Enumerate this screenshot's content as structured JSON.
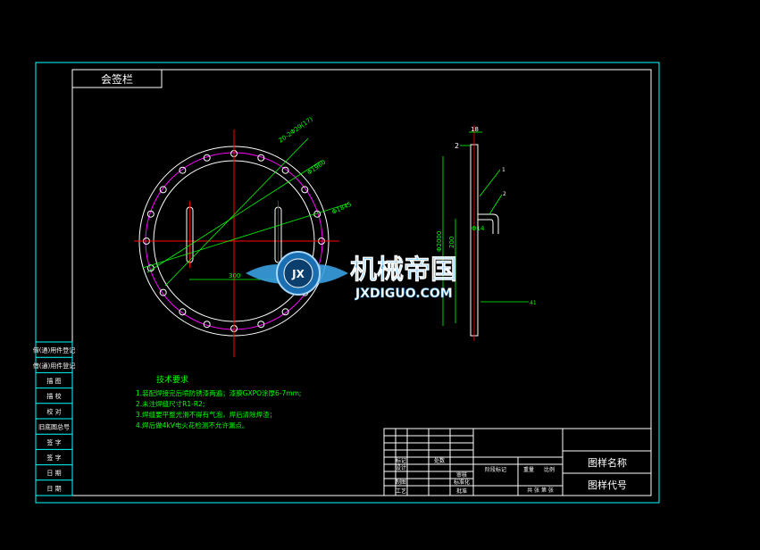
{
  "colors": {
    "background": "#000000",
    "frame": "#00ffff",
    "white": "#ffffff",
    "center_line": "#ff0000",
    "dimension": "#00ff00",
    "hole": "#ff00ff",
    "watermark_blue": "#3aa0e0"
  },
  "title_block_top": "会签栏",
  "left_strip": [
    "借(通)用件登记",
    "借(通)用件登记",
    "描 图",
    "描 校",
    "校 对",
    "旧底图总号",
    "签 字",
    "签 字",
    "日 期",
    "日 期"
  ],
  "tech_requirements": {
    "heading": "技术要求",
    "lines": [
      "1.装配焊接完后喷防锈漆两遍；漆膜GXPO涂厚6-7mm;",
      "2.未注焊缝尺寸R1-R2;",
      "3.焊缝要平整光滑不得有气泡，焊后清除焊渣；",
      "4.焊后做4kV电火花检测不允许漏点。"
    ]
  },
  "dimensions": {
    "d1": "20-2Φ29(17)",
    "d2": "Φ1960",
    "d3": "Φ1845",
    "d4": "300",
    "d5": "18",
    "d6": "2",
    "d7": "Φ2000",
    "d8": "Φ14",
    "d9": "200",
    "d10": "1",
    "d11": "2",
    "d12": "41"
  },
  "watermark": {
    "cn": "机械帝国",
    "en": "JXDIGUO.COM",
    "badge": "JX"
  },
  "title_block": {
    "drawing_name_label": "图样名称",
    "drawing_code_label": "图样代号",
    "row_labels": [
      "标记",
      "设计",
      "制图",
      "工艺"
    ],
    "col_labels": [
      "处数",
      "审核",
      "标准化",
      "批准"
    ],
    "stage_label": "阶段标记",
    "weight_label": "重量",
    "scale_label": "比例",
    "sheet_label": "共 张 第 张"
  }
}
